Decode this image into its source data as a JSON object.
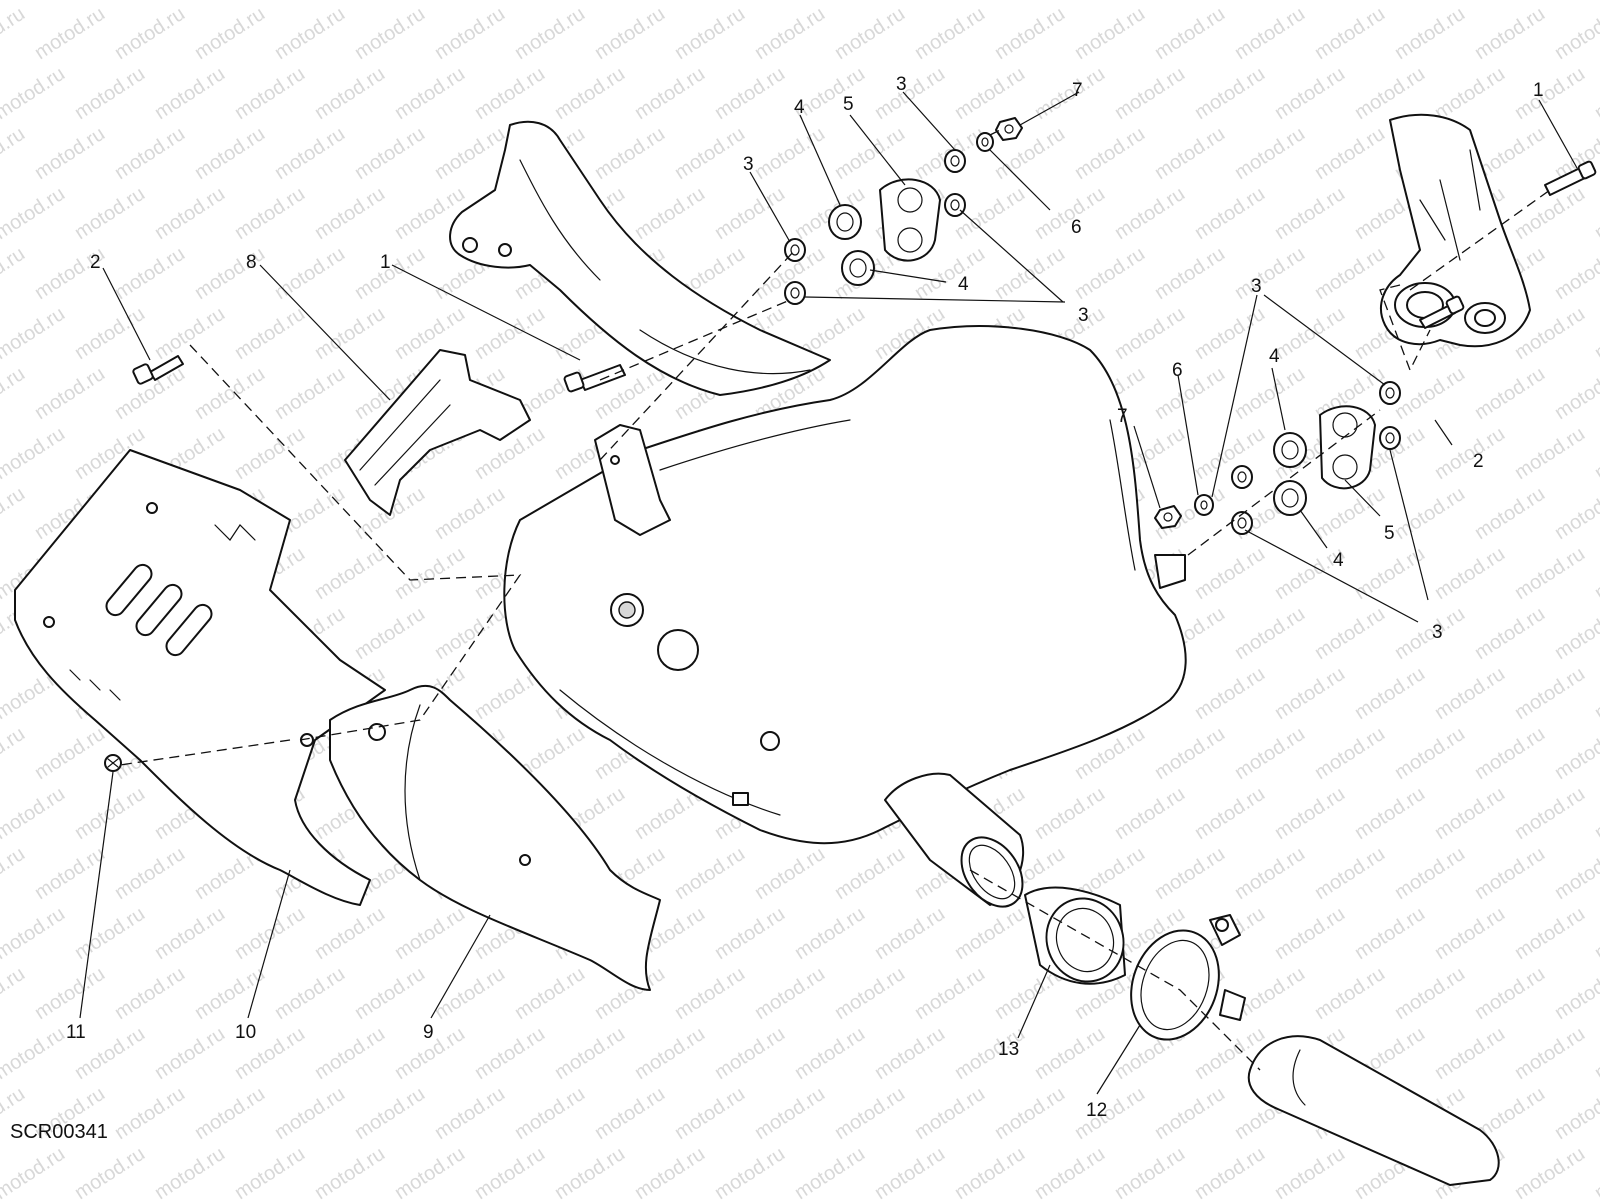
{
  "diagram": {
    "drawing_code": "SCR00341",
    "watermark": "motod.ru",
    "callouts": [
      {
        "id": "c1a",
        "label": "1"
      },
      {
        "id": "c1b",
        "label": "1"
      },
      {
        "id": "c2a",
        "label": "2"
      },
      {
        "id": "c2b",
        "label": "2"
      },
      {
        "id": "c3a",
        "label": "3"
      },
      {
        "id": "c3b",
        "label": "3"
      },
      {
        "id": "c3c",
        "label": "3"
      },
      {
        "id": "c3d",
        "label": "3"
      },
      {
        "id": "c3e",
        "label": "3"
      },
      {
        "id": "c4a",
        "label": "4"
      },
      {
        "id": "c4b",
        "label": "4"
      },
      {
        "id": "c4c",
        "label": "4"
      },
      {
        "id": "c4d",
        "label": "4"
      },
      {
        "id": "c5a",
        "label": "5"
      },
      {
        "id": "c5b",
        "label": "5"
      },
      {
        "id": "c6a",
        "label": "6"
      },
      {
        "id": "c6b",
        "label": "6"
      },
      {
        "id": "c7a",
        "label": "7"
      },
      {
        "id": "c7b",
        "label": "7"
      },
      {
        "id": "c8",
        "label": "8"
      },
      {
        "id": "c9",
        "label": "9"
      },
      {
        "id": "c10",
        "label": "10"
      },
      {
        "id": "c11",
        "label": "11"
      },
      {
        "id": "c12",
        "label": "12"
      },
      {
        "id": "c13",
        "label": "13"
      }
    ]
  }
}
